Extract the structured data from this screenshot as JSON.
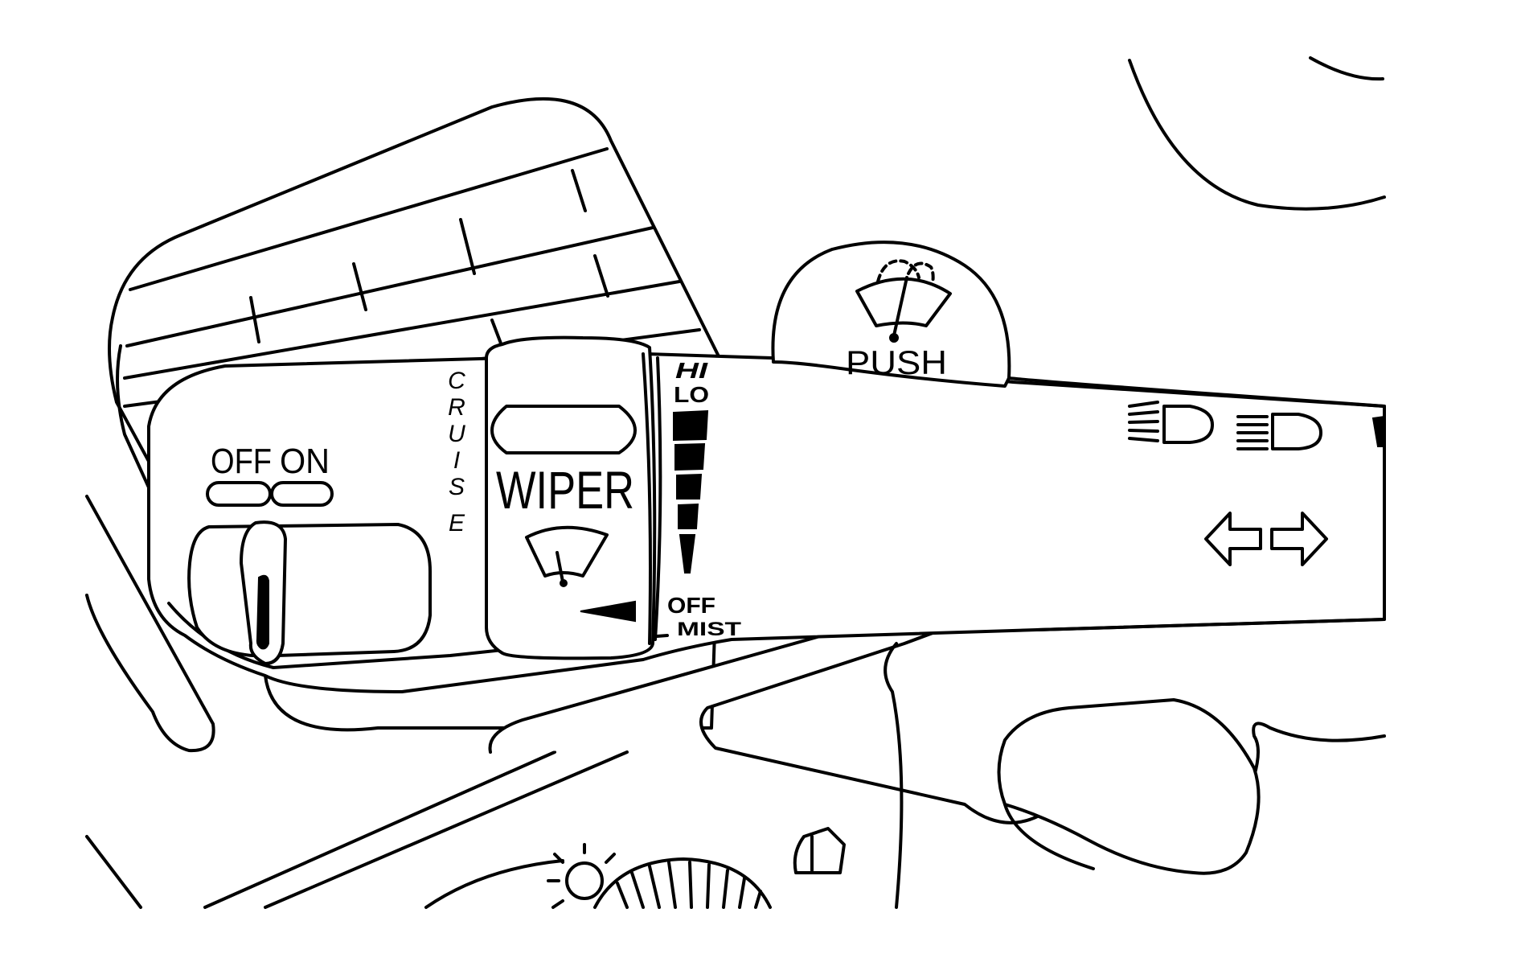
{
  "labels": {
    "cruise_letters": [
      "C",
      "R",
      "U",
      "I",
      "S",
      "E"
    ],
    "off": "OFF",
    "on": "ON",
    "wiper": "WIPER",
    "hi": "HI",
    "lo": "LO",
    "off_mist_off": "OFF",
    "off_mist_mist": "MIST",
    "push": "PUSH"
  },
  "icons": [
    "wiper-icon",
    "washer-push-icon",
    "low-beam-headlamp-icon",
    "high-beam-headlamp-icon",
    "turn-signal-arrows-icon",
    "dash-lamp-icon",
    "dimmer-wheel-icon"
  ],
  "colors": {
    "line": "#000000",
    "background": "#ffffff"
  }
}
